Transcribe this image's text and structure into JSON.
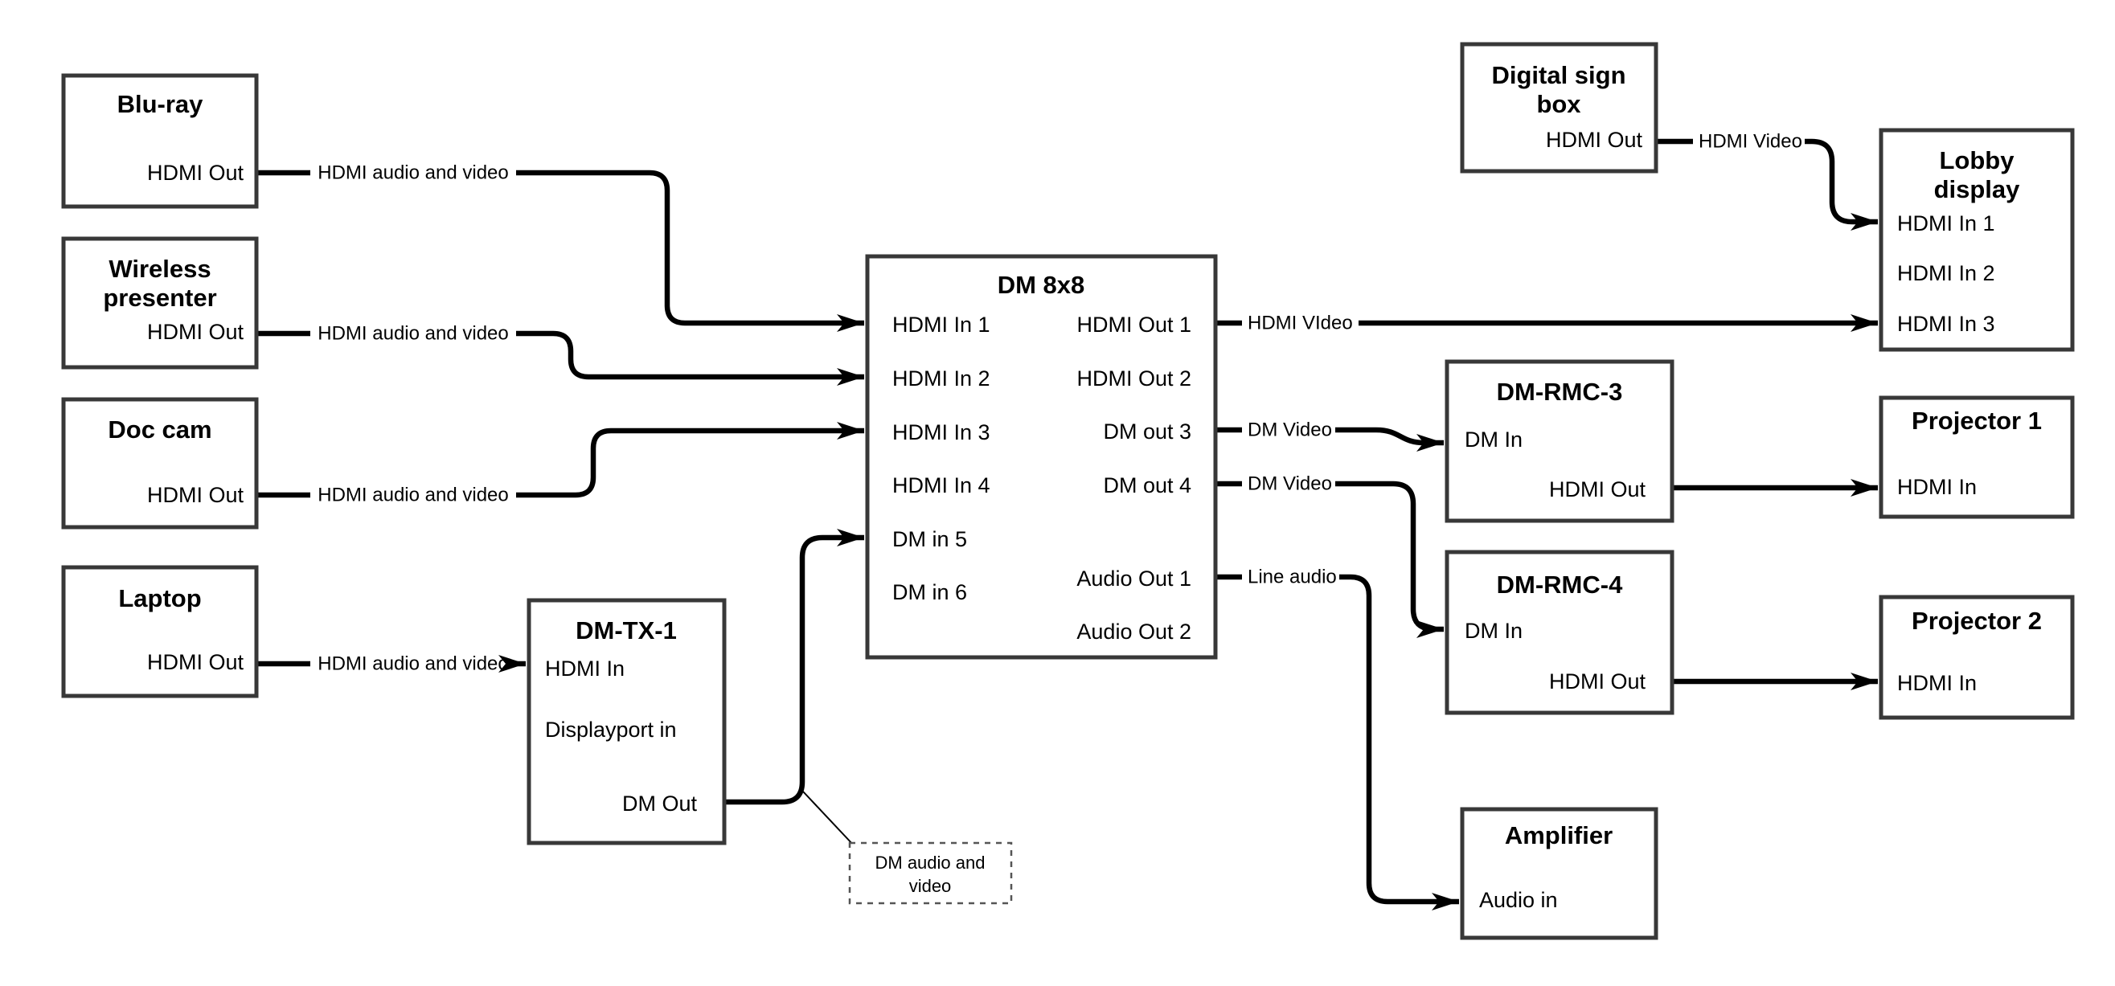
{
  "diagram": {
    "colors": {
      "background": "#ffffff",
      "box_stroke": "#383838",
      "line": "#000000",
      "text": "#000000"
    },
    "nodes": {
      "bluray": {
        "title": "Blu-ray",
        "port_hdmi_out": "HDMI Out"
      },
      "wireless_presenter": {
        "title_line1": "Wireless",
        "title_line2": "presenter",
        "port_hdmi_out": "HDMI Out"
      },
      "doc_cam": {
        "title": "Doc cam",
        "port_hdmi_out": "HDMI Out"
      },
      "laptop": {
        "title": "Laptop",
        "port_hdmi_out": "HDMI Out"
      },
      "dm_tx_1": {
        "title": "DM-TX-1",
        "port_hdmi_in": "HDMI In",
        "port_displayport_in": "Displayport in",
        "port_dm_out": "DM Out"
      },
      "dm_8x8": {
        "title": "DM 8x8",
        "port_hdmi_in_1": "HDMI In 1",
        "port_hdmi_in_2": "HDMI In 2",
        "port_hdmi_in_3": "HDMI In 3",
        "port_hdmi_in_4": "HDMI In 4",
        "port_dm_in_5": "DM in 5",
        "port_dm_in_6": "DM in 6",
        "port_hdmi_out_1": "HDMI Out 1",
        "port_hdmi_out_2": "HDMI Out 2",
        "port_dm_out_3": "DM out 3",
        "port_dm_out_4": "DM out 4",
        "port_audio_out_1": "Audio Out 1",
        "port_audio_out_2": "Audio Out 2"
      },
      "digital_sign_box": {
        "title_line1": "Digital sign",
        "title_line2": "box",
        "port_hdmi_out": "HDMI Out"
      },
      "lobby_display": {
        "title_line1": "Lobby",
        "title_line2": "display",
        "port_hdmi_in_1": "HDMI In 1",
        "port_hdmi_in_2": "HDMI In 2",
        "port_hdmi_in_3": "HDMI In 3"
      },
      "dm_rmc_3": {
        "title": "DM-RMC-3",
        "port_dm_in": "DM In",
        "port_hdmi_out": "HDMI Out"
      },
      "projector_1": {
        "title": "Projector 1",
        "port_hdmi_in": "HDMI In"
      },
      "dm_rmc_4": {
        "title": "DM-RMC-4",
        "port_dm_in": "DM In",
        "port_hdmi_out": "HDMI Out"
      },
      "projector_2": {
        "title": "Projector 2",
        "port_hdmi_in": "HDMI In"
      },
      "amplifier": {
        "title": "Amplifier",
        "port_audio_in": "Audio in"
      }
    },
    "connection_labels": {
      "bluray_to_dm8x8": "HDMI audio and video",
      "wireless_to_dm8x8": "HDMI audio and video",
      "doccam_to_dm8x8": "HDMI audio and video",
      "laptop_to_dmtx1": "HDMI audio and video",
      "hdmi_out_1": "HDMI VIdeo",
      "dm_out_3": "DM Video",
      "dm_out_4": "DM Video",
      "audio_out_1": "Line audio",
      "digital_sign_to_lobby": "HDMI Video"
    },
    "callout": {
      "line1": "DM audio and",
      "line2": "video"
    }
  }
}
